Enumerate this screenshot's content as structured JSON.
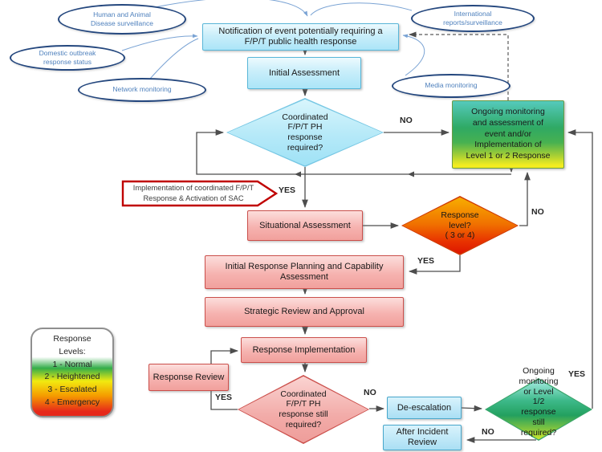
{
  "sources": {
    "human_animal": "Human and Animal\nDisease surveillance",
    "domestic": "Domestic outbreak\nresponse status",
    "network": "Network monitoring",
    "international": "International\nreports/surveillance",
    "media": "Media monitoring"
  },
  "nodes": {
    "notification": "Notification of event potentially requiring a\nF/P/T public health response",
    "initial_assessment": "Initial Assessment",
    "coordinated_required": "Coordinated\nF/P/T PH\nresponse\nrequired?",
    "ongoing_monitoring": "Ongoing monitoring\nand assessment of\nevent and/or\nImplementation of\nLevel 1 or 2 Response",
    "implementation_callout": "Implementation of coordinated F/P/T\nResponse & Activation of SAC",
    "situational_assessment": "Situational Assessment",
    "response_level": "Response\nlevel?\n( 3 or 4)",
    "initial_response_planning": "Initial Response Planning and Capability\nAssessment",
    "strategic_review": "Strategic Review and Approval",
    "response_implementation": "Response Implementation",
    "response_review": "Response Review",
    "still_required": "Coordinated\nF/P/T PH\nresponse still\nrequired?",
    "de_escalation": "De-escalation",
    "after_incident_review": "After Incident\nReview",
    "ongoing_still_required": "Ongoing\nmonitoring\nor Level\n1/2\nresponse\nstill\nrequired?"
  },
  "labels": {
    "yes": "YES",
    "no": "NO"
  },
  "legend": {
    "title": "Response\nLevels:",
    "items": [
      "1 - Normal",
      "2 - Heightened",
      "3 - Escalated",
      "4 - Emergency"
    ]
  },
  "colors": {
    "cyan_border": "#58b6d8",
    "pink_border": "#cb4f4b",
    "callout_red": "#c00000",
    "oval_border": "#24477e",
    "oval_text": "#4f81bd",
    "connector": "#4d4d4d",
    "curve_blue": "#7aa3d4",
    "green_box_top": "#55cabc",
    "green_box_bottom": "#f2ec20",
    "orange_top": "#f7ad00",
    "orange_bottom": "#dd1500"
  }
}
